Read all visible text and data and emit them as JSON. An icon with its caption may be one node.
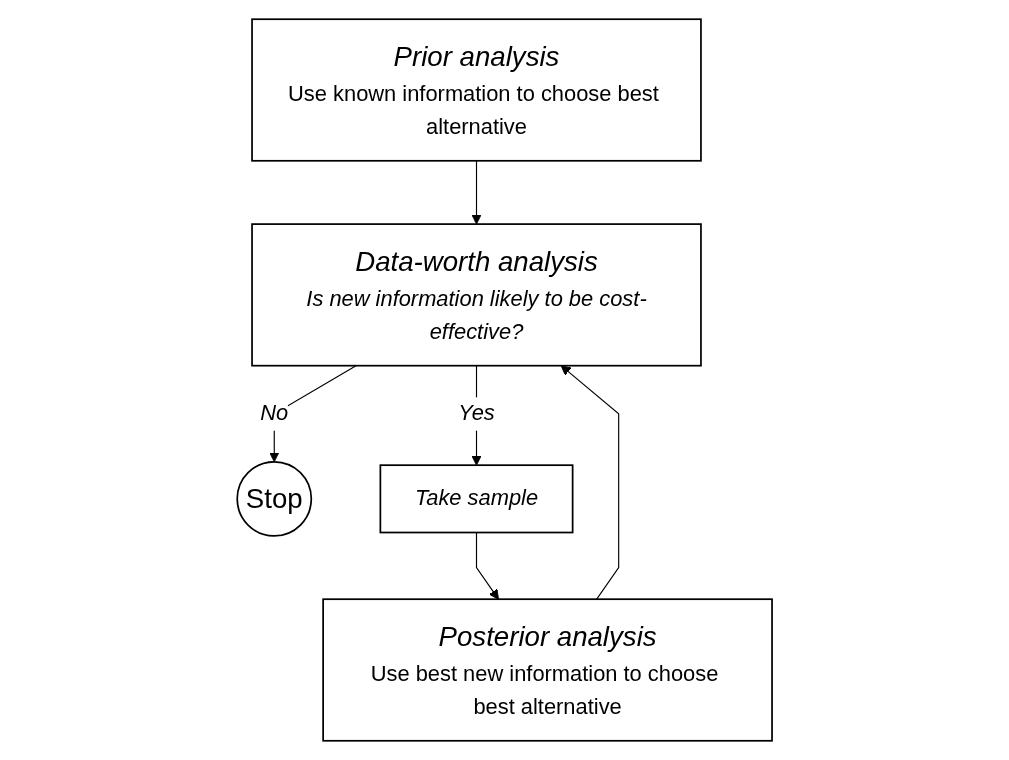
{
  "diagram": {
    "nodes": [
      {
        "text": [
          "Prior analysis",
          "Use known information to choose best alternative"
        ]
      },
      {
        "text": [
          "Data-worth analysis",
          "Is new information likely to be cost-effective?"
        ]
      },
      {
        "text": [
          "Stop"
        ]
      },
      {
        "text": [
          "Take sample"
        ]
      },
      {
        "text": [
          "Posterior analysis",
          "Use best new information to choose best alternative"
        ]
      }
    ],
    "edges": [
      {
        "from": 0,
        "to": 1,
        "arrow": "to"
      },
      {
        "from": 1,
        "to": 2,
        "arrow": "to",
        "label": "No"
      },
      {
        "from": 1,
        "to": 3,
        "arrow": "to",
        "label": "Yes"
      },
      {
        "from": 3,
        "to": 4,
        "arrow": "to"
      },
      {
        "from": 4,
        "to": 1,
        "arrow": "to"
      }
    ]
  }
}
